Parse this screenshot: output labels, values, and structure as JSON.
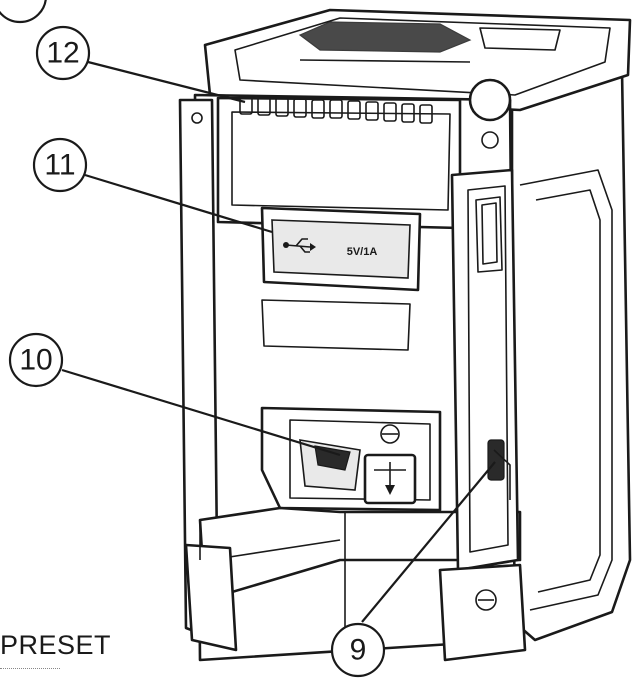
{
  "callouts": {
    "top": "",
    "handle_vent": "12",
    "usb_port": "11",
    "battery_compartment": "10",
    "side_slot": "9"
  },
  "bottom_text": "PRESET",
  "usb_port_label": "5V/1A",
  "colors": {
    "ink": "#1a1a1a",
    "background": "#ffffff"
  }
}
